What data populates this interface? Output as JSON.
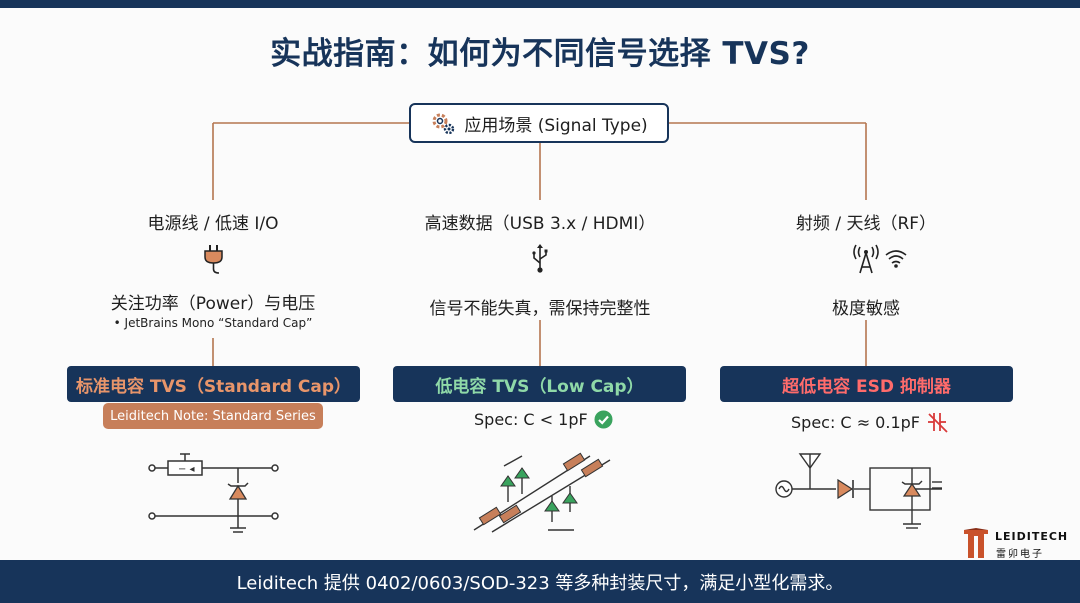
{
  "title": "实战指南：如何为不同信号选择 TVS?",
  "root": {
    "label": "应用场景 (Signal Type)",
    "icon": "gear-icon"
  },
  "columns": [
    {
      "heading": "电源线 / 低速 I/O",
      "icon": "power-plug-icon",
      "focus": "关注功率（Power）与电压",
      "note": "• JetBrains Mono “Standard Cap”",
      "box_label": "标准电容 TVS（Standard Cap）",
      "box_color": "#e8956a",
      "tag": "Leiditech Note: Standard Series",
      "circuit": "standard-tvs-circuit"
    },
    {
      "heading": "高速数据（USB 3.x / HDMI）",
      "icon": "usb-icon",
      "focus": "信号不能失真，需保持完整性",
      "box_label": "低电容 TVS（Low Cap）",
      "box_color": "#8fd9a8",
      "spec": "Spec: C < 1pF",
      "spec_icon": "check-circle-icon",
      "circuit": "low-cap-tvs-circuit"
    },
    {
      "heading": "射频 / 天线（RF）",
      "icon": "antenna-wifi-icon",
      "focus": "极度敏感",
      "box_label": "超低电容 ESD 抑制器",
      "box_color": "#ff6b6b",
      "spec": "Spec: C ≈ 0.1pF",
      "spec_icon": "no-capacitance-icon",
      "circuit": "rf-esd-circuit"
    }
  ],
  "footer": "Leiditech 提供 0402/0603/SOD-323 等多种封装尺寸，满足小型化需求。",
  "logo": {
    "name": "LEIDITECH",
    "cn": "雷卯电子"
  },
  "colors": {
    "navy": "#17345a",
    "connector": "#b5764f",
    "tag": "#c77f5a"
  }
}
